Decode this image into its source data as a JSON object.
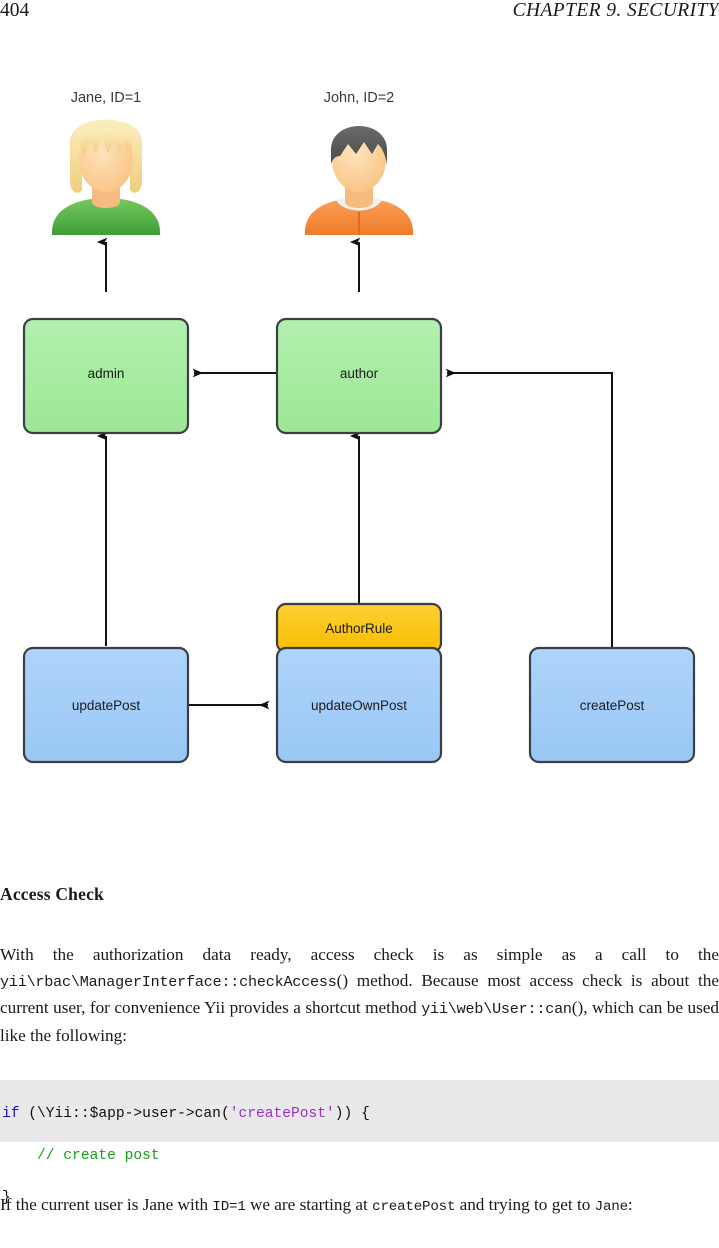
{
  "header": {
    "folio": "404",
    "chapter": "CHAPTER 9.   SECURITY"
  },
  "figure": {
    "name": "rbac-hierarchy-diagram",
    "avatars": [
      {
        "id": "jane",
        "caption": "Jane, ID=1",
        "hair_color": "#f5dd9b",
        "skin_color": "#fbcf96",
        "shirt_color": "#59b24c"
      },
      {
        "id": "john",
        "caption": "John, ID=2",
        "hair_color": "#575757",
        "skin_color": "#fbcf96",
        "shirt_color": "#f2883c"
      }
    ],
    "roles": [
      {
        "id": "admin",
        "label": "admin",
        "color": "#a5eda0"
      },
      {
        "id": "author",
        "label": "author",
        "color": "#a5eda0"
      }
    ],
    "rule": {
      "id": "author-rule",
      "label": "AuthorRule",
      "color": "#fcc409"
    },
    "permissions": [
      {
        "id": "update-post",
        "label": "updatePost",
        "color": "#a2cdf7"
      },
      {
        "id": "update-own-post",
        "label": "updateOwnPost",
        "color": "#a2cdf7"
      },
      {
        "id": "create-post",
        "label": "createPost",
        "color": "#a2cdf7"
      }
    ],
    "edges": [
      {
        "from": "admin",
        "to": "jane"
      },
      {
        "from": "author",
        "to": "john"
      },
      {
        "from": "author",
        "to": "admin"
      },
      {
        "from": "create-post",
        "to": "author"
      },
      {
        "from": "update-post",
        "to": "admin"
      },
      {
        "from": "update-own-post",
        "to": "author"
      },
      {
        "from": "update-post",
        "to": "update-own-post"
      }
    ],
    "stroke_color": "#3a3f46"
  },
  "section": {
    "heading": "Access Check"
  },
  "paragraph1": {
    "s1": "With the authorization data ready, access check is as simple as a call to the ",
    "code1": "yii\\rbac\\ManagerInterface::checkAccess",
    "s2": "() method.  Because most access check is about the current user, for convenience Yii provides a shortcut method ",
    "code2": "yii\\web\\User::can",
    "s3": "(), which can be used like the following:"
  },
  "code_block": {
    "line1_kw": "if",
    "line1_a": " (\\Yii::$app->user->can(",
    "line1_str": "'createPost'",
    "line1_b": ")) {",
    "line2": "    // create post",
    "line3": "}"
  },
  "paragraph2": {
    "s1": "If the current user is Jane with ",
    "code1": "ID=1",
    "s2": " we are starting at ",
    "code2": "createPost",
    "s3": " and trying to get to ",
    "code3": "Jane",
    "s4": ":"
  }
}
